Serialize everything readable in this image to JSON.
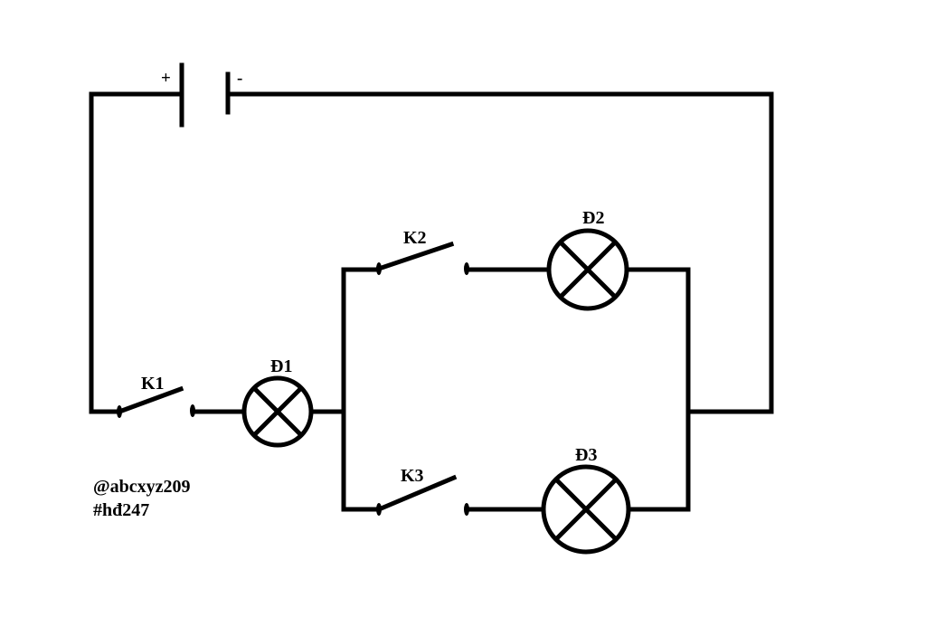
{
  "battery": {
    "plus_label": "+",
    "minus_label": "-"
  },
  "switches": {
    "k1": "K1",
    "k2": "K2",
    "k3": "K3"
  },
  "lamps": {
    "d1": "Đ1",
    "d2": "Đ2",
    "d3": "Đ3"
  },
  "watermark": {
    "line1": "@abcxyz209",
    "line2": "#hđ247"
  },
  "colors": {
    "ink": "#000000",
    "background": "#ffffff"
  }
}
